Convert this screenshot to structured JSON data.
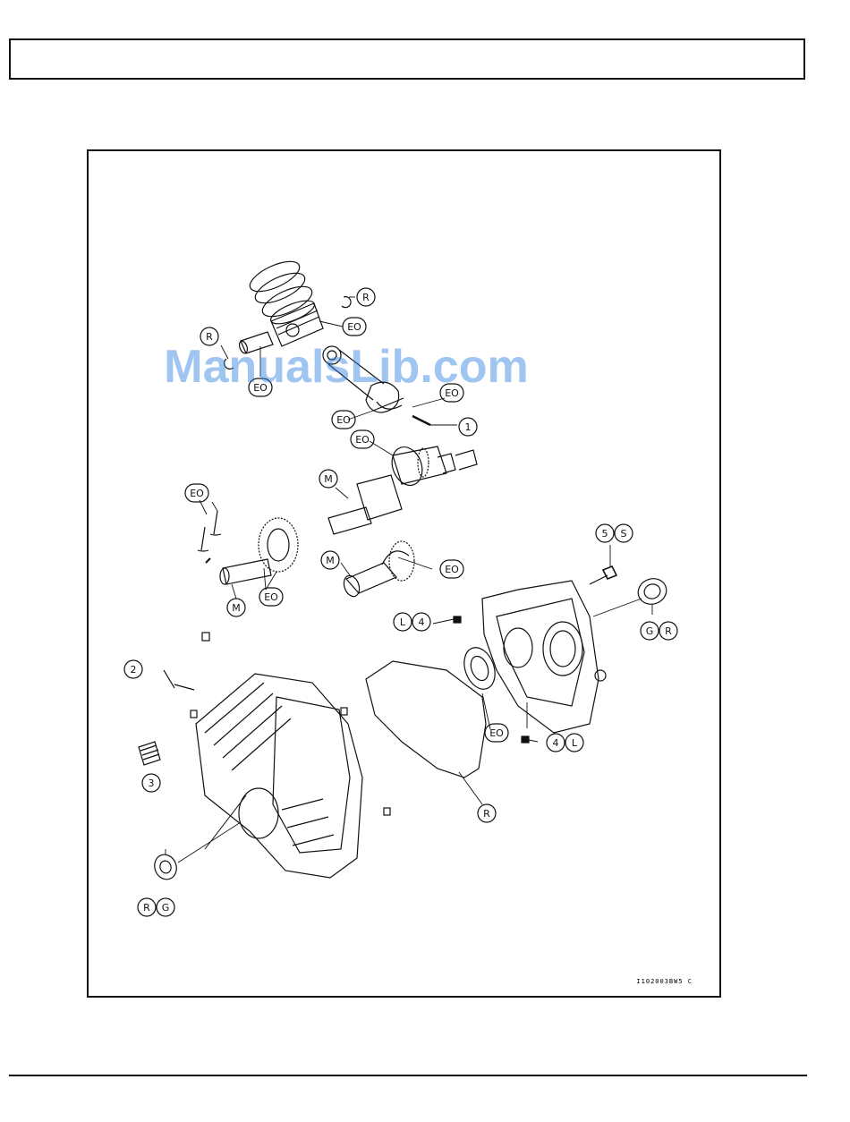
{
  "header": {
    "title": ""
  },
  "diagram": {
    "drawing_id": "I102003BW5 C",
    "watermark": "ManualsLib.com",
    "callouts": {
      "c_r_top": "R",
      "c_eo_piston": "EO",
      "c_r_left": "R",
      "c_eo_pin": "EO",
      "c_eo_cap_top": "EO",
      "c_eo_cap": "EO",
      "c_1": "1",
      "c_eo_crank": "EO",
      "c_m_crank": "M",
      "c_eo_valves": "EO",
      "c_m_balancer": "M",
      "c_eo_balancer": "EO",
      "c_m_cam": "M",
      "c_eo_cam": "EO",
      "c_5": "5",
      "c_s": "S",
      "c_l_bolt": "L",
      "c_4_bolt": "4",
      "c_g_seal": "G",
      "c_r_seal": "R",
      "c_2": "2",
      "c_3": "3",
      "c_eo_bearing": "EO",
      "c_4_plug": "4",
      "c_l_plug": "L",
      "c_r_gasket": "R",
      "c_r_bottom": "R",
      "c_g_bottom": "G"
    }
  }
}
